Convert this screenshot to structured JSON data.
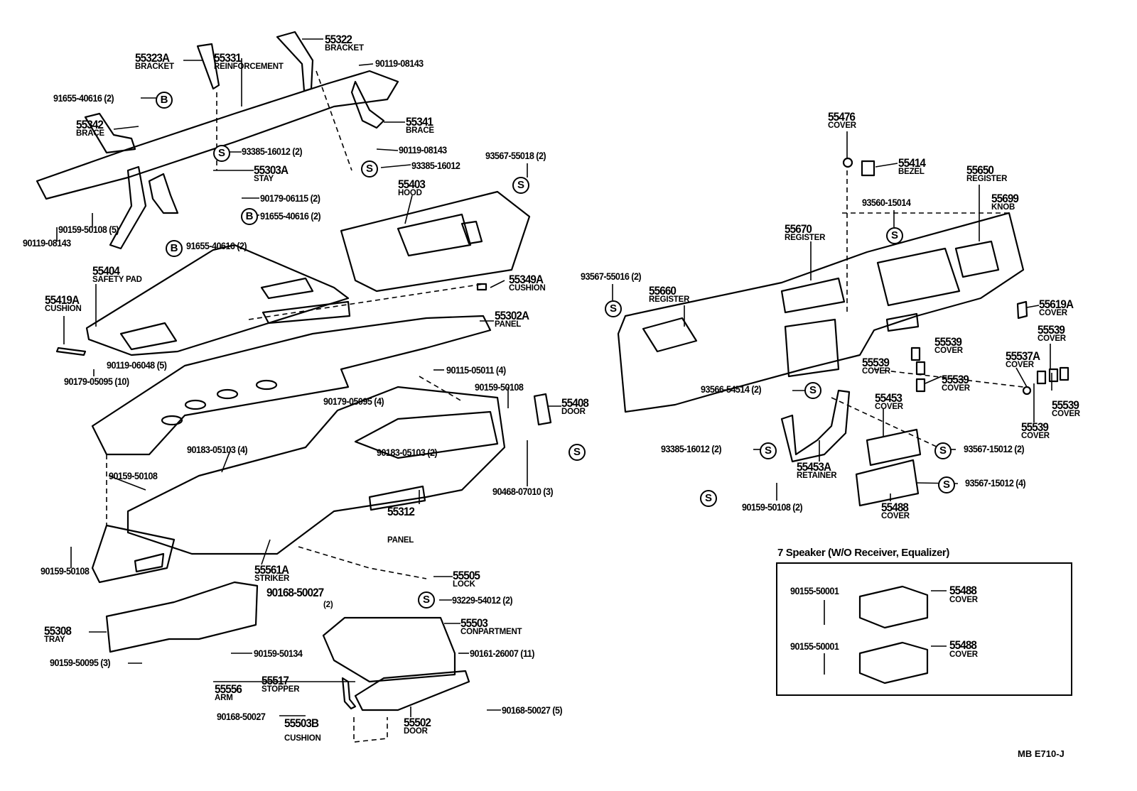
{
  "callouts": [
    {
      "number": "55322",
      "name": "BRACKET"
    },
    {
      "number": "55323A",
      "name": "BRACKET"
    },
    {
      "number": "55331",
      "name": "REINFORCEMENT"
    },
    {
      "number": "90119-08143",
      "name": ""
    },
    {
      "number": "91655-40616 (2)",
      "name": ""
    },
    {
      "number": "55342",
      "name": "BRACE"
    },
    {
      "number": "55341",
      "name": "BRACE"
    },
    {
      "number": "90119-08143",
      "name": ""
    },
    {
      "number": "93385-16012 (2)",
      "name": ""
    },
    {
      "number": "93385-16012",
      "name": ""
    },
    {
      "number": "93567-55018 (2)",
      "name": ""
    },
    {
      "number": "55303A",
      "name": "STAY"
    },
    {
      "number": "55403",
      "name": "HOOD"
    },
    {
      "number": "90179-06115 (2)",
      "name": ""
    },
    {
      "number": "91655-40616 (2)",
      "name": ""
    },
    {
      "number": "90159-50108 (5)",
      "name": ""
    },
    {
      "number": "90119-08143",
      "name": ""
    },
    {
      "number": "91655-40616 (2)",
      "name": ""
    },
    {
      "number": "55404",
      "name": "SAFETY PAD"
    },
    {
      "number": "55419A",
      "name": "CUSHION"
    },
    {
      "number": "55349A",
      "name": "CUSHION"
    },
    {
      "number": "55302A",
      "name": "PANEL"
    },
    {
      "number": "90119-06048 (5)",
      "name": ""
    },
    {
      "number": "90179-05095 (10)",
      "name": ""
    },
    {
      "number": "90115-05011 (4)",
      "name": ""
    },
    {
      "number": "90159-50108",
      "name": ""
    },
    {
      "number": "55408",
      "name": "DOOR"
    },
    {
      "number": "90179-05095 (4)",
      "name": ""
    },
    {
      "number": "90183-05103 (4)",
      "name": ""
    },
    {
      "number": "90183-05103 (2)",
      "name": ""
    },
    {
      "number": "90159-50108",
      "name": ""
    },
    {
      "number": "90468-07010 (3)",
      "name": ""
    },
    {
      "number": "55312",
      "name": "PANEL"
    },
    {
      "number": "90159-50108",
      "name": ""
    },
    {
      "number": "55561A",
      "name": "STRIKER"
    },
    {
      "number": "55505",
      "name": "LOCK"
    },
    {
      "number": "90168-50027",
      "name": "(2)"
    },
    {
      "number": "93229-54012 (2)",
      "name": ""
    },
    {
      "number": "55503",
      "name": "CONPARTMENT"
    },
    {
      "number": "55308",
      "name": "TRAY"
    },
    {
      "number": "90161-26007 (11)",
      "name": ""
    },
    {
      "number": "90159-50134",
      "name": ""
    },
    {
      "number": "90159-50095 (3)",
      "name": ""
    },
    {
      "number": "55517",
      "name": "STOPPER"
    },
    {
      "number": "55556",
      "name": "ARM"
    },
    {
      "number": "90168-50027 (5)",
      "name": ""
    },
    {
      "number": "90168-50027",
      "name": ""
    },
    {
      "number": "55502",
      "name": "DOOR"
    },
    {
      "number": "55503B",
      "name": "CUSHION"
    },
    {
      "number": "55476",
      "name": "COVER"
    },
    {
      "number": "55414",
      "name": "BEZEL"
    },
    {
      "number": "55650",
      "name": "REGISTER"
    },
    {
      "number": "55699",
      "name": "KNOB"
    },
    {
      "number": "93560-15014",
      "name": ""
    },
    {
      "number": "55670",
      "name": "REGISTER"
    },
    {
      "number": "93567-55016 (2)",
      "name": ""
    },
    {
      "number": "55660",
      "name": "REGISTER"
    },
    {
      "number": "55619A",
      "name": "COVER"
    },
    {
      "number": "55539",
      "name": "COVER"
    },
    {
      "number": "55539",
      "name": "COVER"
    },
    {
      "number": "55537A",
      "name": "COVER"
    },
    {
      "number": "55539",
      "name": "COVER"
    },
    {
      "number": "55539",
      "name": "COVER"
    },
    {
      "number": "93566-54514 (2)",
      "name": ""
    },
    {
      "number": "55453",
      "name": "COVER"
    },
    {
      "number": "55539",
      "name": "COVER"
    },
    {
      "number": "55539",
      "name": "COVER"
    },
    {
      "number": "93385-16012 (2)",
      "name": ""
    },
    {
      "number": "93567-15012 (2)",
      "name": ""
    },
    {
      "number": "55453A",
      "name": "RETAINER"
    },
    {
      "number": "93567-15012 (4)",
      "name": ""
    },
    {
      "number": "90159-50108 (2)",
      "name": ""
    },
    {
      "number": "55488",
      "name": "COVER"
    }
  ],
  "markers": [
    "B",
    "S",
    "S",
    "S",
    "B",
    "B",
    "S",
    "S",
    "S",
    "S",
    "S",
    "S",
    "S",
    "S",
    "S"
  ],
  "speaker_box": {
    "title": "7 Speaker (W/O Receiver, Equalizer)",
    "items": [
      {
        "bolt": "90155-50001",
        "number": "55488",
        "name": "COVER"
      },
      {
        "bolt": "90155-50001",
        "number": "55488",
        "name": "COVER"
      }
    ]
  },
  "diagram_code": "MB  E710-J"
}
